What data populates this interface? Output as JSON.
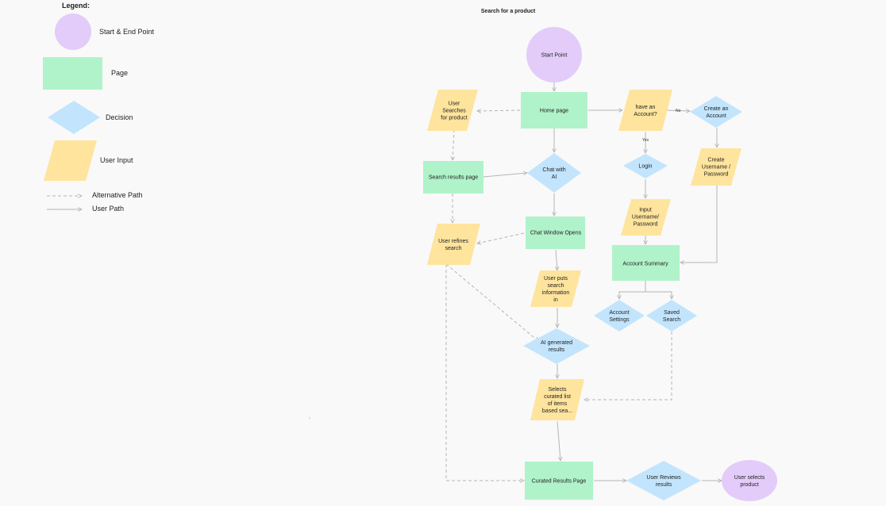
{
  "colors": {
    "start_end": "#e3ccfa",
    "page": "#b0f2c9",
    "decision": "#c2e5fd",
    "input": "#ffe49e",
    "edge": "#b5b5b5",
    "text": "#1e1e1e",
    "background": "#f9f9f9"
  },
  "legend": {
    "title": "Legend:",
    "start_end": "Start & End Point",
    "page": "Page",
    "decision": "Decision",
    "user_input": "User Input",
    "alternative_path": "Alternative Path",
    "user_path": "User Path"
  },
  "diagram": {
    "title": "Search for a product",
    "nodes": {
      "start": [
        "Start Point"
      ],
      "home": [
        "Home page"
      ],
      "user_searches": [
        "User",
        "Searches",
        "for product"
      ],
      "search_results": [
        "Search results page"
      ],
      "chat_ai": [
        "Chat with",
        "AI"
      ],
      "refines": [
        "User refines",
        "search"
      ],
      "chat_window": [
        "Chat Window Opens"
      ],
      "puts_info": [
        "User puts",
        "search",
        "information",
        "in"
      ],
      "ai_results": [
        "AI generated",
        "results"
      ],
      "selects": [
        "Selects",
        "curated list",
        "of items",
        "based sea..."
      ],
      "curated": [
        "Curated Results Page"
      ],
      "reviews": [
        "User Reviews",
        "results"
      ],
      "selects_product": [
        "User selects",
        "product"
      ],
      "have_account": [
        "have an",
        "Account?"
      ],
      "create_account": [
        "Create an",
        "Account"
      ],
      "create_userpass": [
        "Create",
        "Username /",
        "Password"
      ],
      "login": [
        "Login"
      ],
      "input_userpass": [
        "Input",
        "Username/",
        "Password"
      ],
      "summary": [
        "Account Summary"
      ],
      "settings": [
        "Account",
        "Settings"
      ],
      "saved": [
        "Saved",
        "Search"
      ]
    },
    "edge_labels": {
      "no": "No",
      "yes": "Yes"
    }
  },
  "icons": {
    "arrowhead": "chevron-right-icon"
  }
}
